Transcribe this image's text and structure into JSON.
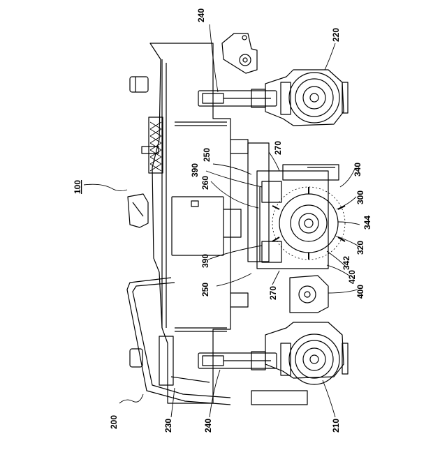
{
  "figure": {
    "labels": {
      "l100": "100",
      "l200": "200",
      "l210": "210",
      "l220": "220",
      "l230": "230",
      "l240a": "240",
      "l240b": "240",
      "l250a": "250",
      "l250b": "250",
      "l260": "260",
      "l270a": "270",
      "l270b": "270",
      "l300": "300",
      "l320": "320",
      "l340": "340",
      "l342": "342",
      "l344": "344",
      "l390a": "390",
      "l390b": "390",
      "l400": "400",
      "l420": "420"
    }
  }
}
